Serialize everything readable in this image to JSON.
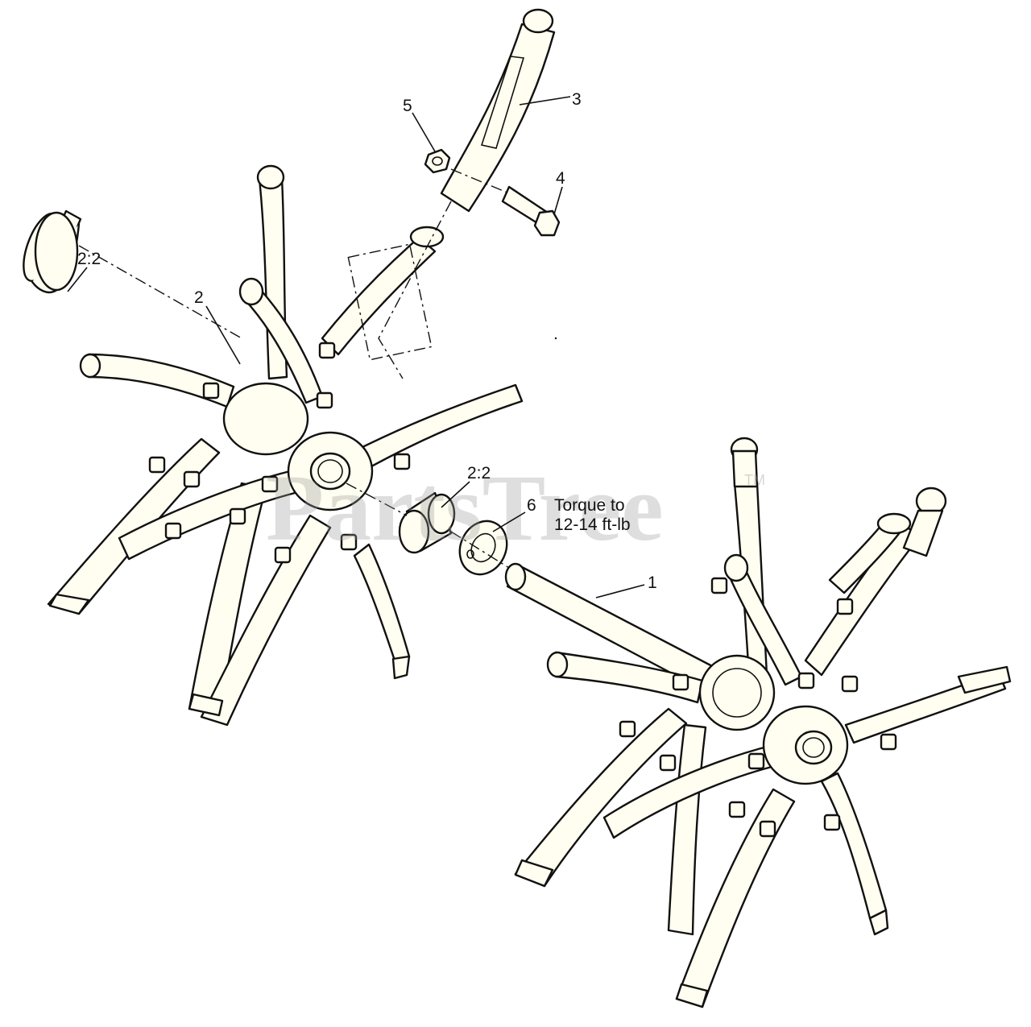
{
  "callouts": {
    "c1": "1",
    "c2": "2",
    "c2_2_left": "2:2",
    "c2_2_mid": "2:2",
    "c3": "3",
    "c4": "4",
    "c5": "5",
    "c6": "6"
  },
  "note": {
    "line1": "Torque to",
    "line2": "12-14 ft-lb"
  },
  "watermark": {
    "text": "PartsTree",
    "tm": "TM"
  }
}
